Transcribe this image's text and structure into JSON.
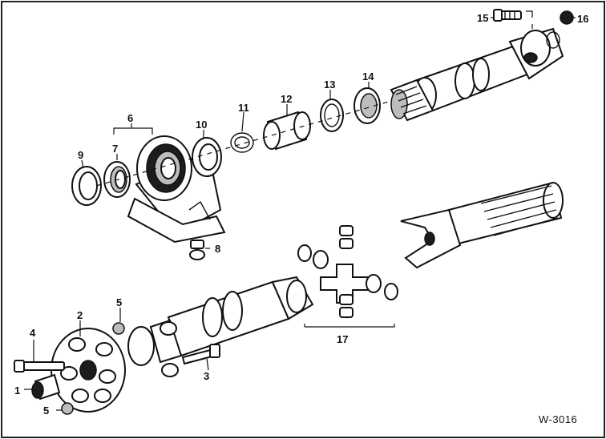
{
  "diagram": {
    "figure_code": "W-3016",
    "part_numbers": [
      "1",
      "2",
      "3",
      "4",
      "5",
      "5",
      "6",
      "7",
      "8",
      "9",
      "10",
      "11",
      "12",
      "13",
      "14",
      "15",
      "16",
      "17"
    ]
  }
}
